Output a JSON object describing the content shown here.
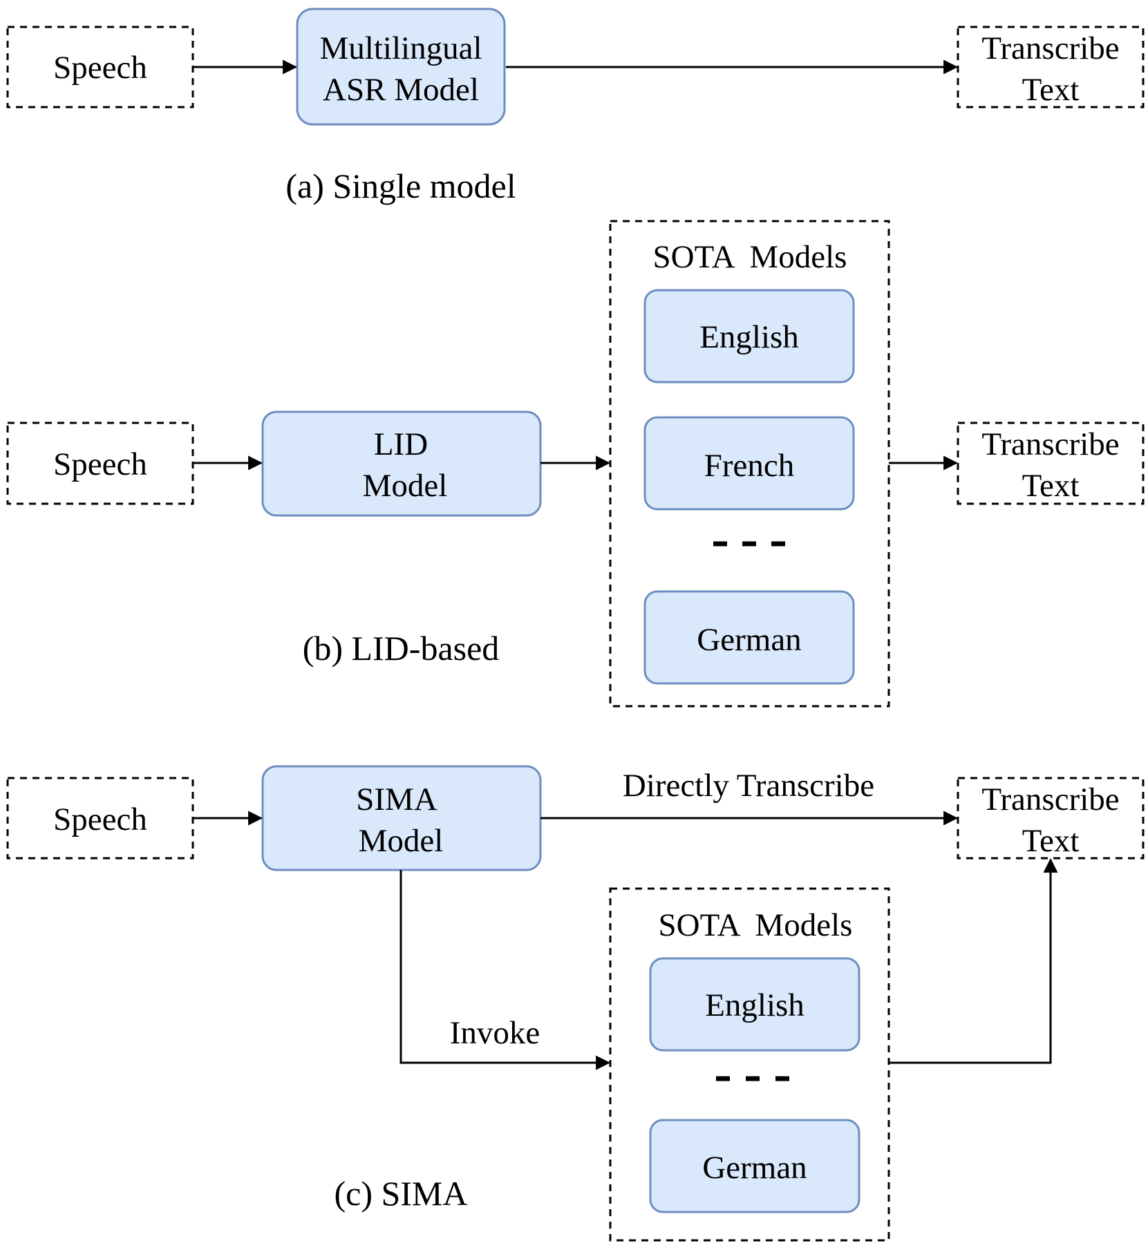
{
  "panel_a": {
    "input": "Speech",
    "model_line1": "Multilingual",
    "model_line2": "ASR Model",
    "output_line1": "Transcribe",
    "output_line2": "Text",
    "caption": "(a) Single model"
  },
  "panel_b": {
    "input": "Speech",
    "model_line1": "LID",
    "model_line2": "Model",
    "group_title": "SOTA  Models",
    "languages": [
      "English",
      "French",
      "German"
    ],
    "output_line1": "Transcribe",
    "output_line2": "Text",
    "caption": "(b) LID-based"
  },
  "panel_c": {
    "input": "Speech",
    "model_line1": "SIMA",
    "model_line2": "Model",
    "direct_label": "Directly Transcribe",
    "invoke_label": "Invoke",
    "group_title": "SOTA  Models",
    "languages": [
      "English",
      "German"
    ],
    "output_line1": "Transcribe",
    "output_line2": "Text",
    "caption": "(c) SIMA"
  },
  "colors": {
    "model_fill": "#dae8fc",
    "model_stroke": "#6c8ebf",
    "line": "#000000"
  }
}
